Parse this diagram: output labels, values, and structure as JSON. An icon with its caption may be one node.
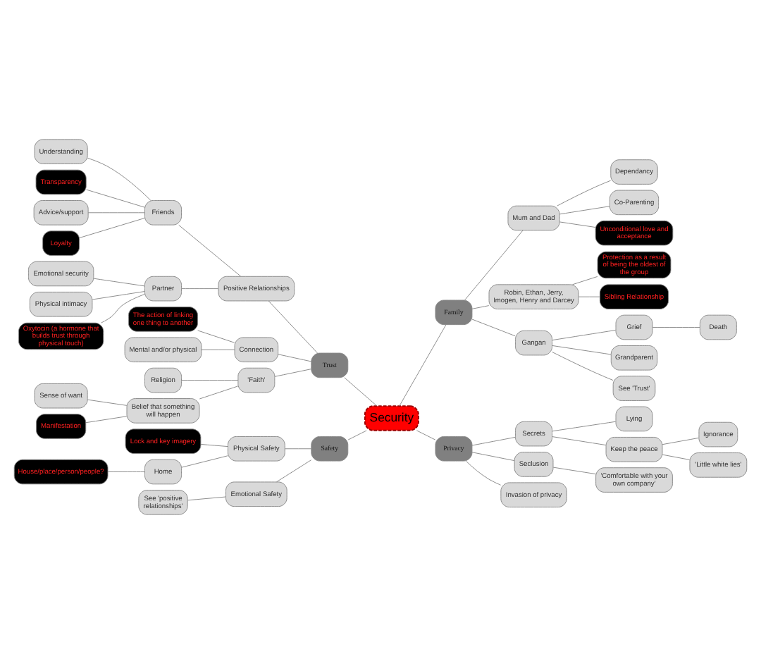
{
  "diagram": {
    "nodes": [
      {
        "text": [
          "Security"
        ]
      },
      {
        "text": [
          "Trust"
        ]
      },
      {
        "text": [
          "Positive Relationships"
        ]
      },
      {
        "text": [
          "Friends"
        ]
      },
      {
        "text": [
          "Understanding"
        ]
      },
      {
        "text": [
          "Transparency"
        ]
      },
      {
        "text": [
          "Advice/support"
        ]
      },
      {
        "text": [
          "Loyalty"
        ]
      },
      {
        "text": [
          "Partner"
        ]
      },
      {
        "text": [
          "Emotional security"
        ]
      },
      {
        "text": [
          "Physical intimacy"
        ]
      },
      {
        "text": [
          "Oxytocin (a hormone that builds trust through physical touch)"
        ]
      },
      {
        "text": [
          "Connection"
        ]
      },
      {
        "text": [
          "The action of linking one thing to another"
        ]
      },
      {
        "text": [
          "Mental and/or physical"
        ]
      },
      {
        "text": [
          "'Faith'"
        ]
      },
      {
        "text": [
          "Religion"
        ]
      },
      {
        "text": [
          "Belief that something will happen"
        ]
      },
      {
        "text": [
          "Sense of want"
        ]
      },
      {
        "text": [
          "Manifestation"
        ]
      },
      {
        "text": [
          "Safety"
        ]
      },
      {
        "text": [
          "Physical Safety"
        ]
      },
      {
        "text": [
          "Lock and key imagery"
        ]
      },
      {
        "text": [
          "Home"
        ]
      },
      {
        "text": [
          "House/place/person/people?"
        ]
      },
      {
        "text": [
          "Emotional Safety"
        ]
      },
      {
        "text": [
          "See 'positive relationships'"
        ]
      },
      {
        "text": [
          "Family"
        ]
      },
      {
        "text": [
          "Mum and Dad"
        ]
      },
      {
        "text": [
          "Dependancy"
        ]
      },
      {
        "text": [
          "Co-Parenting"
        ]
      },
      {
        "text": [
          "Unconditional love and acceptance"
        ]
      },
      {
        "text": [
          "Robin, Ethan, Jerry, Imogen, Henry and Darcey"
        ]
      },
      {
        "text": [
          "Protection as a result of being the oldest of the group"
        ]
      },
      {
        "text": [
          "Sibling Relationship"
        ]
      },
      {
        "text": [
          "Gangan"
        ]
      },
      {
        "text": [
          "Grief"
        ]
      },
      {
        "text": [
          "Death"
        ]
      },
      {
        "text": [
          "Grandparent"
        ]
      },
      {
        "text": [
          "See 'Trust'"
        ]
      },
      {
        "text": [
          "Privacy"
        ]
      },
      {
        "text": [
          "Secrets"
        ]
      },
      {
        "text": [
          "Lying"
        ]
      },
      {
        "text": [
          "Keep the peace"
        ]
      },
      {
        "text": [
          "Ignorance"
        ]
      },
      {
        "text": [
          "'Little white lies'"
        ]
      },
      {
        "text": [
          "Seclusion"
        ]
      },
      {
        "text": [
          "'Comfortable with your own company'"
        ]
      },
      {
        "text": [
          "Invasion of privacy"
        ]
      }
    ],
    "edges": [
      {
        "from": 0,
        "to": 1,
        "arrow": "none"
      },
      {
        "from": 1,
        "to": 2,
        "arrow": "none"
      },
      {
        "from": 2,
        "to": 3,
        "arrow": "none"
      },
      {
        "from": 3,
        "to": 4,
        "arrow": "none"
      },
      {
        "from": 3,
        "to": 5,
        "arrow": "none"
      },
      {
        "from": 3,
        "to": 6,
        "arrow": "none"
      },
      {
        "from": 3,
        "to": 7,
        "arrow": "none"
      },
      {
        "from": 2,
        "to": 8,
        "arrow": "none"
      },
      {
        "from": 8,
        "to": 9,
        "arrow": "none"
      },
      {
        "from": 8,
        "to": 10,
        "arrow": "none"
      },
      {
        "from": 8,
        "to": 11,
        "arrow": "none"
      },
      {
        "from": 1,
        "to": 12,
        "arrow": "none"
      },
      {
        "from": 12,
        "to": 13,
        "arrow": "none"
      },
      {
        "from": 12,
        "to": 14,
        "arrow": "none"
      },
      {
        "from": 1,
        "to": 15,
        "arrow": "none"
      },
      {
        "from": 15,
        "to": 16,
        "arrow": "none"
      },
      {
        "from": 15,
        "to": 17,
        "arrow": "none"
      },
      {
        "from": 17,
        "to": 18,
        "arrow": "none"
      },
      {
        "from": 17,
        "to": 19,
        "arrow": "none"
      },
      {
        "from": 0,
        "to": 20,
        "arrow": "none"
      },
      {
        "from": 20,
        "to": 21,
        "arrow": "none"
      },
      {
        "from": 21,
        "to": 22,
        "arrow": "none"
      },
      {
        "from": 21,
        "to": 23,
        "arrow": "none"
      },
      {
        "from": 23,
        "to": 24,
        "arrow": "none"
      },
      {
        "from": 20,
        "to": 25,
        "arrow": "none"
      },
      {
        "from": 25,
        "to": 26,
        "arrow": "none"
      },
      {
        "from": 0,
        "to": 27,
        "arrow": "none"
      },
      {
        "from": 27,
        "to": 28,
        "arrow": "none"
      },
      {
        "from": 28,
        "to": 29,
        "arrow": "none"
      },
      {
        "from": 28,
        "to": 30,
        "arrow": "none"
      },
      {
        "from": 28,
        "to": 31,
        "arrow": "none"
      },
      {
        "from": 27,
        "to": 32,
        "arrow": "none"
      },
      {
        "from": 32,
        "to": 33,
        "arrow": "none"
      },
      {
        "from": 32,
        "to": 34,
        "arrow": "none"
      },
      {
        "from": 27,
        "to": 35,
        "arrow": "none"
      },
      {
        "from": 35,
        "to": 36,
        "arrow": "none"
      },
      {
        "from": 36,
        "to": 37,
        "arrow": "none"
      },
      {
        "from": 35,
        "to": 38,
        "arrow": "none"
      },
      {
        "from": 35,
        "to": 39,
        "arrow": "none"
      },
      {
        "from": 0,
        "to": 40,
        "arrow": "none"
      },
      {
        "from": 40,
        "to": 41,
        "arrow": "none"
      },
      {
        "from": 41,
        "to": 42,
        "arrow": "none"
      },
      {
        "from": 41,
        "to": 43,
        "arrow": "none"
      },
      {
        "from": 43,
        "to": 44,
        "arrow": "none"
      },
      {
        "from": 43,
        "to": 45,
        "arrow": "none"
      },
      {
        "from": 40,
        "to": 46,
        "arrow": "none"
      },
      {
        "from": 46,
        "to": 47,
        "arrow": "none"
      },
      {
        "from": 40,
        "to": 48,
        "arrow": "none"
      }
    ]
  }
}
